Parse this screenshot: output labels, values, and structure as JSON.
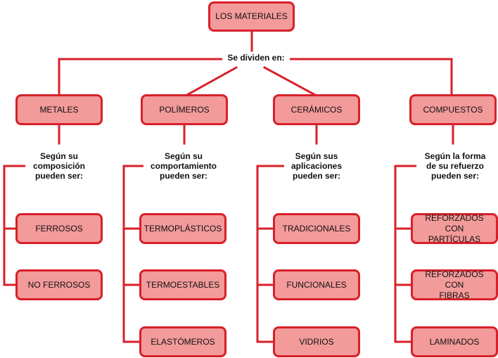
{
  "diagram": {
    "root": "LOS MATERIALES",
    "divide_label": "Se dividen en:",
    "categories": [
      {
        "name": "METALES",
        "criterion": [
          "Según su",
          "composición",
          "pueden ser:"
        ],
        "items": [
          "FERROSOS",
          "NO FERROSOS"
        ]
      },
      {
        "name": "POLÍMEROS",
        "criterion": [
          "Según su",
          "comportamiento",
          "pueden ser:"
        ],
        "items": [
          "TERMOPLÁSTICOS",
          "TERMOESTABLES",
          "ELASTÓMEROS"
        ]
      },
      {
        "name": "CERÁMICOS",
        "criterion": [
          "Según sus",
          "aplicaciones",
          "pueden ser:"
        ],
        "items": [
          "TRADICIONALES",
          "FUNCIONALES",
          "VIDRIOS"
        ]
      },
      {
        "name": "COMPUESTOS",
        "criterion": [
          "Según la forma",
          "de su refuerzo",
          "pueden ser:"
        ],
        "items": [
          [
            "REFORZADOS CON",
            "PARTÍCULAS"
          ],
          [
            "REFORZADOS CON",
            "FIBRAS"
          ],
          "LAMINADOS"
        ]
      }
    ],
    "colors": {
      "box_fill": "#f39a9a",
      "box_border": "#d8202a",
      "connector": "#d8202a",
      "text": "#111111"
    }
  }
}
